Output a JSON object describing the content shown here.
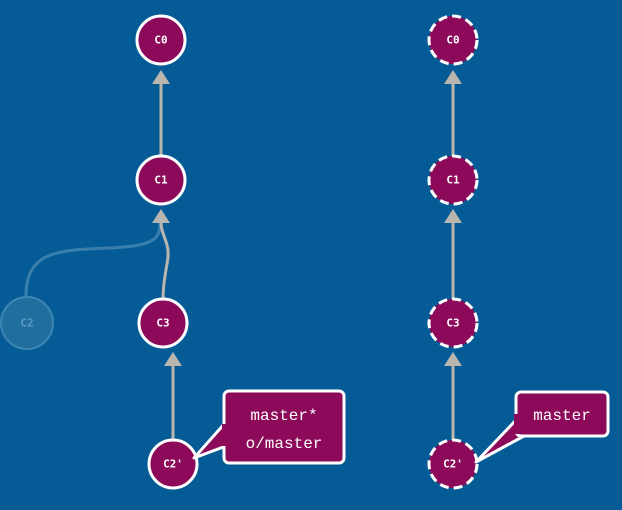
{
  "colors": {
    "background": "#055b95",
    "commit_fill": "#8d0a5a",
    "commit_stroke": "#ffffff",
    "ghost_fill": "#1f6e9e",
    "ghost_stroke": "#3d86b3",
    "edge": "#b9b6b0",
    "ghost_edge": "#3a7fac"
  },
  "left_graph": {
    "commits": [
      {
        "id": "c0",
        "label": "C0"
      },
      {
        "id": "c1",
        "label": "C1"
      },
      {
        "id": "c3",
        "label": "C3"
      },
      {
        "id": "c2prime",
        "label": "C2'"
      },
      {
        "id": "c2-ghost",
        "label": "C2",
        "ghost": true
      }
    ],
    "branch_tag": {
      "lines": [
        "master*",
        "o/master"
      ],
      "points_to": "C2'"
    }
  },
  "right_graph": {
    "commits": [
      {
        "id": "c0",
        "label": "C0"
      },
      {
        "id": "c1",
        "label": "C1"
      },
      {
        "id": "c3",
        "label": "C3"
      },
      {
        "id": "c2prime",
        "label": "C2'"
      }
    ],
    "branch_tag": {
      "lines": [
        "master"
      ],
      "points_to": "C2'"
    }
  }
}
